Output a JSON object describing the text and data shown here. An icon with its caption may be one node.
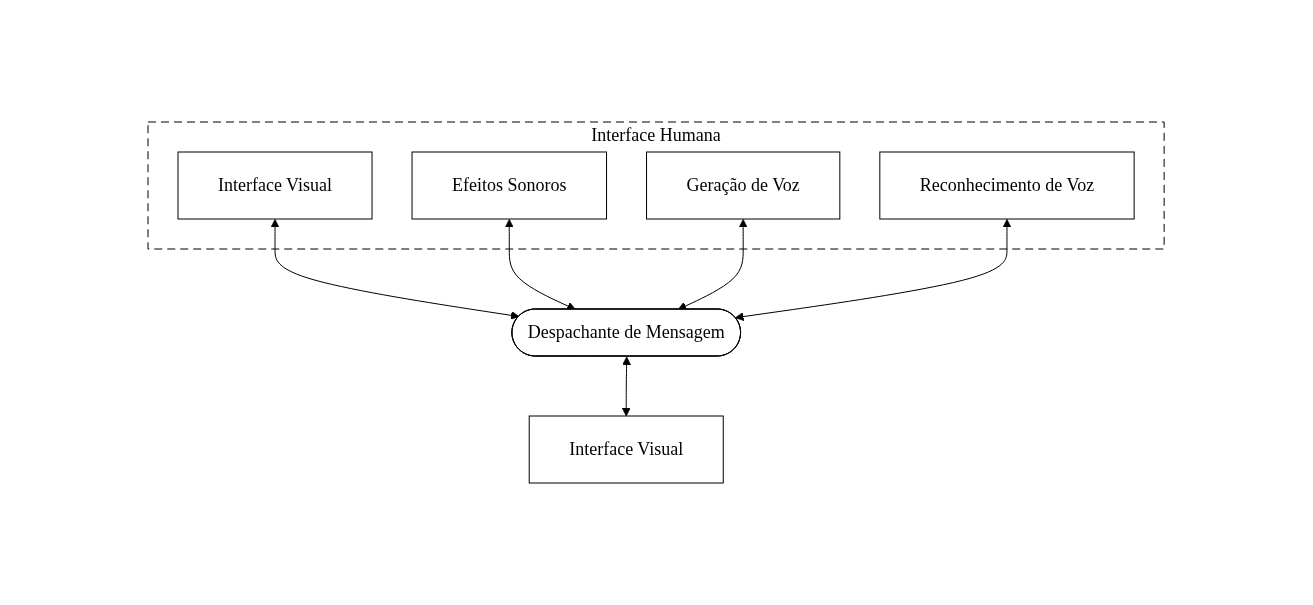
{
  "diagram": {
    "nodes": [
      {
        "text": [
          "Interface Humana"
        ]
      },
      {
        "text": [
          "Interface Visual"
        ],
        "in": 0
      },
      {
        "text": [
          "Efeitos Sonoros"
        ],
        "in": 0
      },
      {
        "text": [
          "Geração de Voz"
        ],
        "in": 0
      },
      {
        "text": [
          "Reconhecimento de Voz"
        ],
        "in": 0
      },
      {
        "text": [
          "Despachante de Mensagem"
        ]
      },
      {
        "text": [
          "Interface Visual"
        ]
      }
    ],
    "edges": [
      {
        "from": 1,
        "to": 5,
        "arrow": "both"
      },
      {
        "from": 2,
        "to": 5,
        "arrow": "both"
      },
      {
        "from": 3,
        "to": 5,
        "arrow": "both"
      },
      {
        "from": 4,
        "to": 5,
        "arrow": "both"
      },
      {
        "from": 5,
        "to": 6,
        "arrow": "both"
      }
    ]
  }
}
